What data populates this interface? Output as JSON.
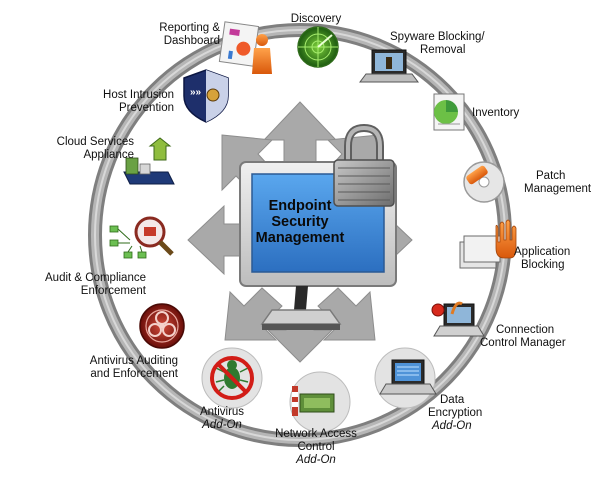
{
  "center": {
    "line1": "Endpoint",
    "line2": "Security",
    "line3": "Management"
  },
  "modules": [
    {
      "id": "discovery",
      "lines": [
        "Discovery"
      ],
      "addon": "",
      "icon": "radar-icon"
    },
    {
      "id": "spyware",
      "lines": [
        "Spyware Blocking/",
        "Removal"
      ],
      "addon": "",
      "icon": "laptop-spyware-icon"
    },
    {
      "id": "inventory",
      "lines": [
        "Inventory"
      ],
      "addon": "",
      "icon": "inventory-chart-icon"
    },
    {
      "id": "patch",
      "lines": [
        "Patch",
        "Management"
      ],
      "addon": "",
      "icon": "patch-cd-icon"
    },
    {
      "id": "appblock",
      "lines": [
        "Application",
        "Blocking"
      ],
      "addon": "",
      "icon": "stop-hand-icon"
    },
    {
      "id": "connection",
      "lines": [
        "Connection",
        "Control Manager"
      ],
      "addon": "",
      "icon": "laptop-connection-icon"
    },
    {
      "id": "encryption",
      "lines": [
        "Data",
        "Encryption"
      ],
      "addon": "Add-On",
      "icon": "encryption-laptop-icon"
    },
    {
      "id": "nac",
      "lines": [
        "Network Access",
        "Control"
      ],
      "addon": "Add-On",
      "icon": "barrier-gate-icon"
    },
    {
      "id": "antivirus",
      "lines": [
        "Antivirus"
      ],
      "addon": "Add-On",
      "icon": "no-bug-icon"
    },
    {
      "id": "avaudit",
      "lines": [
        "Antivirus Auditing",
        "and Enforcement"
      ],
      "addon": "",
      "icon": "biohazard-icon"
    },
    {
      "id": "audit",
      "lines": [
        "Audit & Compliance",
        "Enforcement"
      ],
      "addon": "",
      "icon": "magnifier-network-icon"
    },
    {
      "id": "cloud",
      "lines": [
        "Cloud Services",
        "Appliance"
      ],
      "addon": "",
      "icon": "appliance-icon"
    },
    {
      "id": "hips",
      "lines": [
        "Host Intrusion",
        "Prevention"
      ],
      "addon": "",
      "icon": "shield-icon"
    },
    {
      "id": "reporting",
      "lines": [
        "Reporting &",
        "Dashboard"
      ],
      "addon": "",
      "icon": "report-person-icon"
    }
  ],
  "colors": {
    "ring": "#9a9a9a",
    "arrows": "#a7a7a7",
    "screen": "#3d86d6",
    "monitor": "#d9d9d9",
    "lock": "#8a8a8a",
    "addon_circle": "#e5e5e5"
  }
}
